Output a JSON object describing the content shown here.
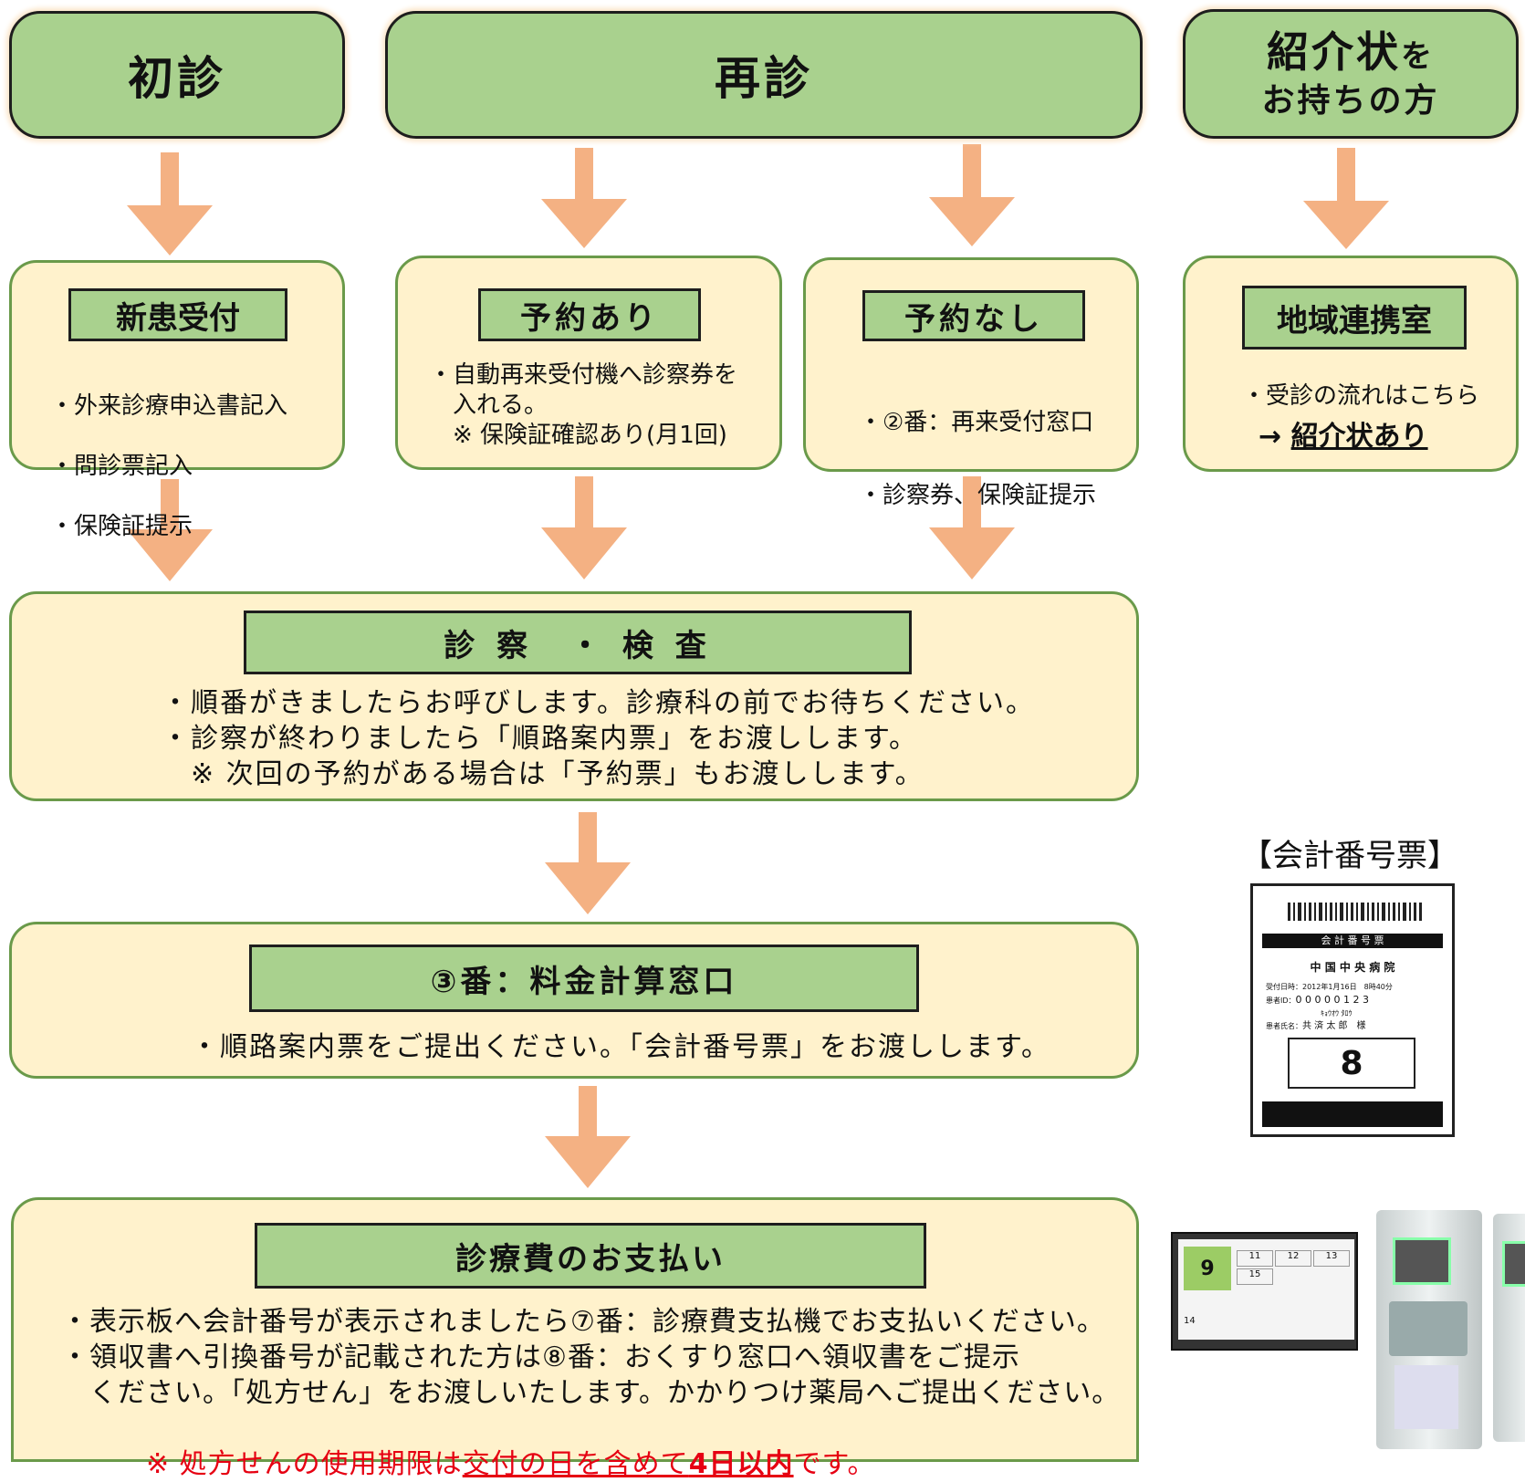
{
  "header": {
    "first_visit": "初診",
    "return_visit": "再診",
    "referral_line1": "紹介状",
    "referral_small": "を",
    "referral_line2": "お持ちの方"
  },
  "steps": {
    "new_patient": {
      "title": "新患受付",
      "items": [
        "・外来診療申込書記入",
        "・問診票記入",
        "・保険証提示"
      ]
    },
    "with_reservation": {
      "title": "予約あり",
      "text": "・自動再来受付機へ診察券を\n　入れる。\n　※ 保険証確認あり(月1回)"
    },
    "without_reservation": {
      "title": "予約なし",
      "items": [
        "・②番：再来受付窓口",
        "・診察券、保険証提示"
      ]
    },
    "regional": {
      "title": "地域連携室",
      "line1": "・受診の流れはこちら",
      "arrow": "→",
      "link": "紹介状あり"
    },
    "exam": {
      "title": "診 察　・ 検 査",
      "text": "・順番がきましたらお呼びします。診療科の前でお待ちください。\n・診察が終わりましたら「順路案内票」をお渡しします。\n　※ 次回の予約がある場合は「予約票」もお渡しします。"
    },
    "billing": {
      "title": "③番：料金計算窓口",
      "text": "・順路案内票をご提出ください。「会計番号票」をお渡しします。"
    },
    "payment": {
      "title": "診療費のお支払い",
      "text": "・表示板へ会計番号が表示されましたら⑦番：診療費支払機でお支払いください。\n・領収書へ引換番号が記載された方は⑧番：おくすり窓口へ領収書をご提示\n　ください。「処方せん」をお渡しいたします。かかりつけ薬局へご提出ください。",
      "note_prefix": "※ 処方せんの使用期限は",
      "note_underlined": "交付の日を含めて",
      "note_bold": "4日以内",
      "note_suffix": "です。"
    }
  },
  "ticket": {
    "caption": "【会計番号票】",
    "header": "会 計 番 号 票",
    "hospital": "中 国 中 央 病 院",
    "date_label": "受付日時",
    "date_value": "2012年1月16日　8時40分",
    "id_label": "患者ID",
    "id_value": "0 0 0 0 0 1 2 3",
    "kana": "ｷｮｳｵｳ ﾀﾛｳ",
    "name_label": "患者氏名",
    "name_value": "共 済 太 郎　様",
    "number": "8"
  },
  "board": {
    "current": "9",
    "cells": [
      "11",
      "12",
      "13",
      "15",
      "14"
    ]
  },
  "colors": {
    "arrow": "#f4b183",
    "green_fill": "#a9d18e",
    "card_fill": "#fff2cc",
    "card_border": "#6a9a4a",
    "note_red": "#e60012"
  }
}
